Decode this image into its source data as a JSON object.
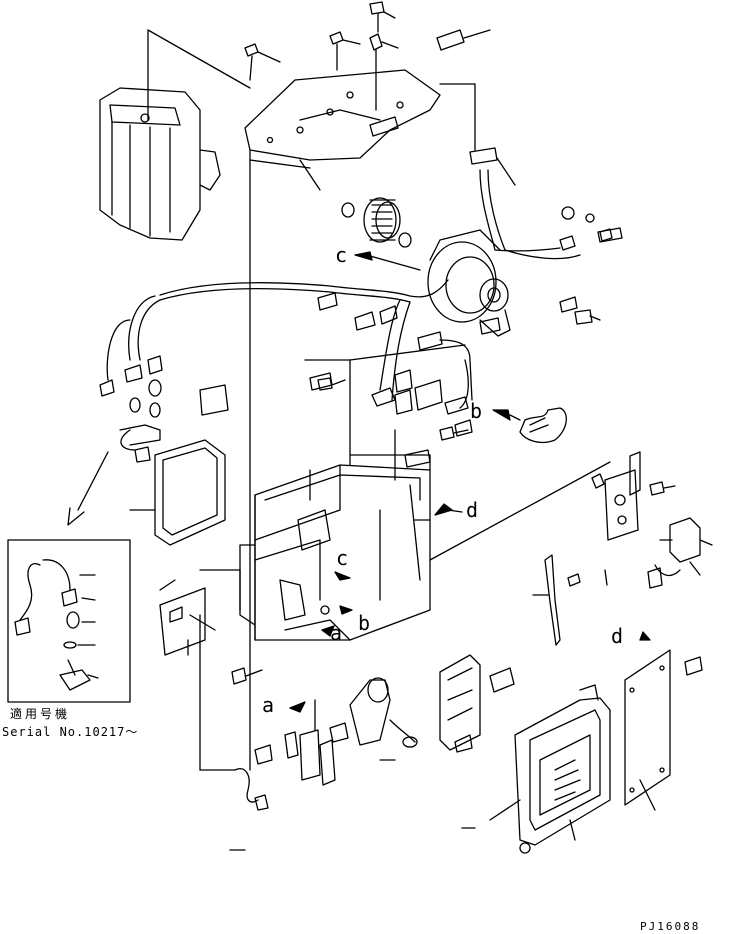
{
  "callouts": {
    "c1": "c",
    "c2": "c",
    "d1": "d",
    "d2": "d",
    "b1": "b",
    "b2": "b",
    "a1": "a",
    "a2": "a"
  },
  "inset": {
    "applicable_label": "適用号機",
    "serial_label": "Serial No.10217～"
  },
  "drawing_code": "PJ16088",
  "colors": {
    "line": "#000000",
    "background": "#ffffff"
  }
}
